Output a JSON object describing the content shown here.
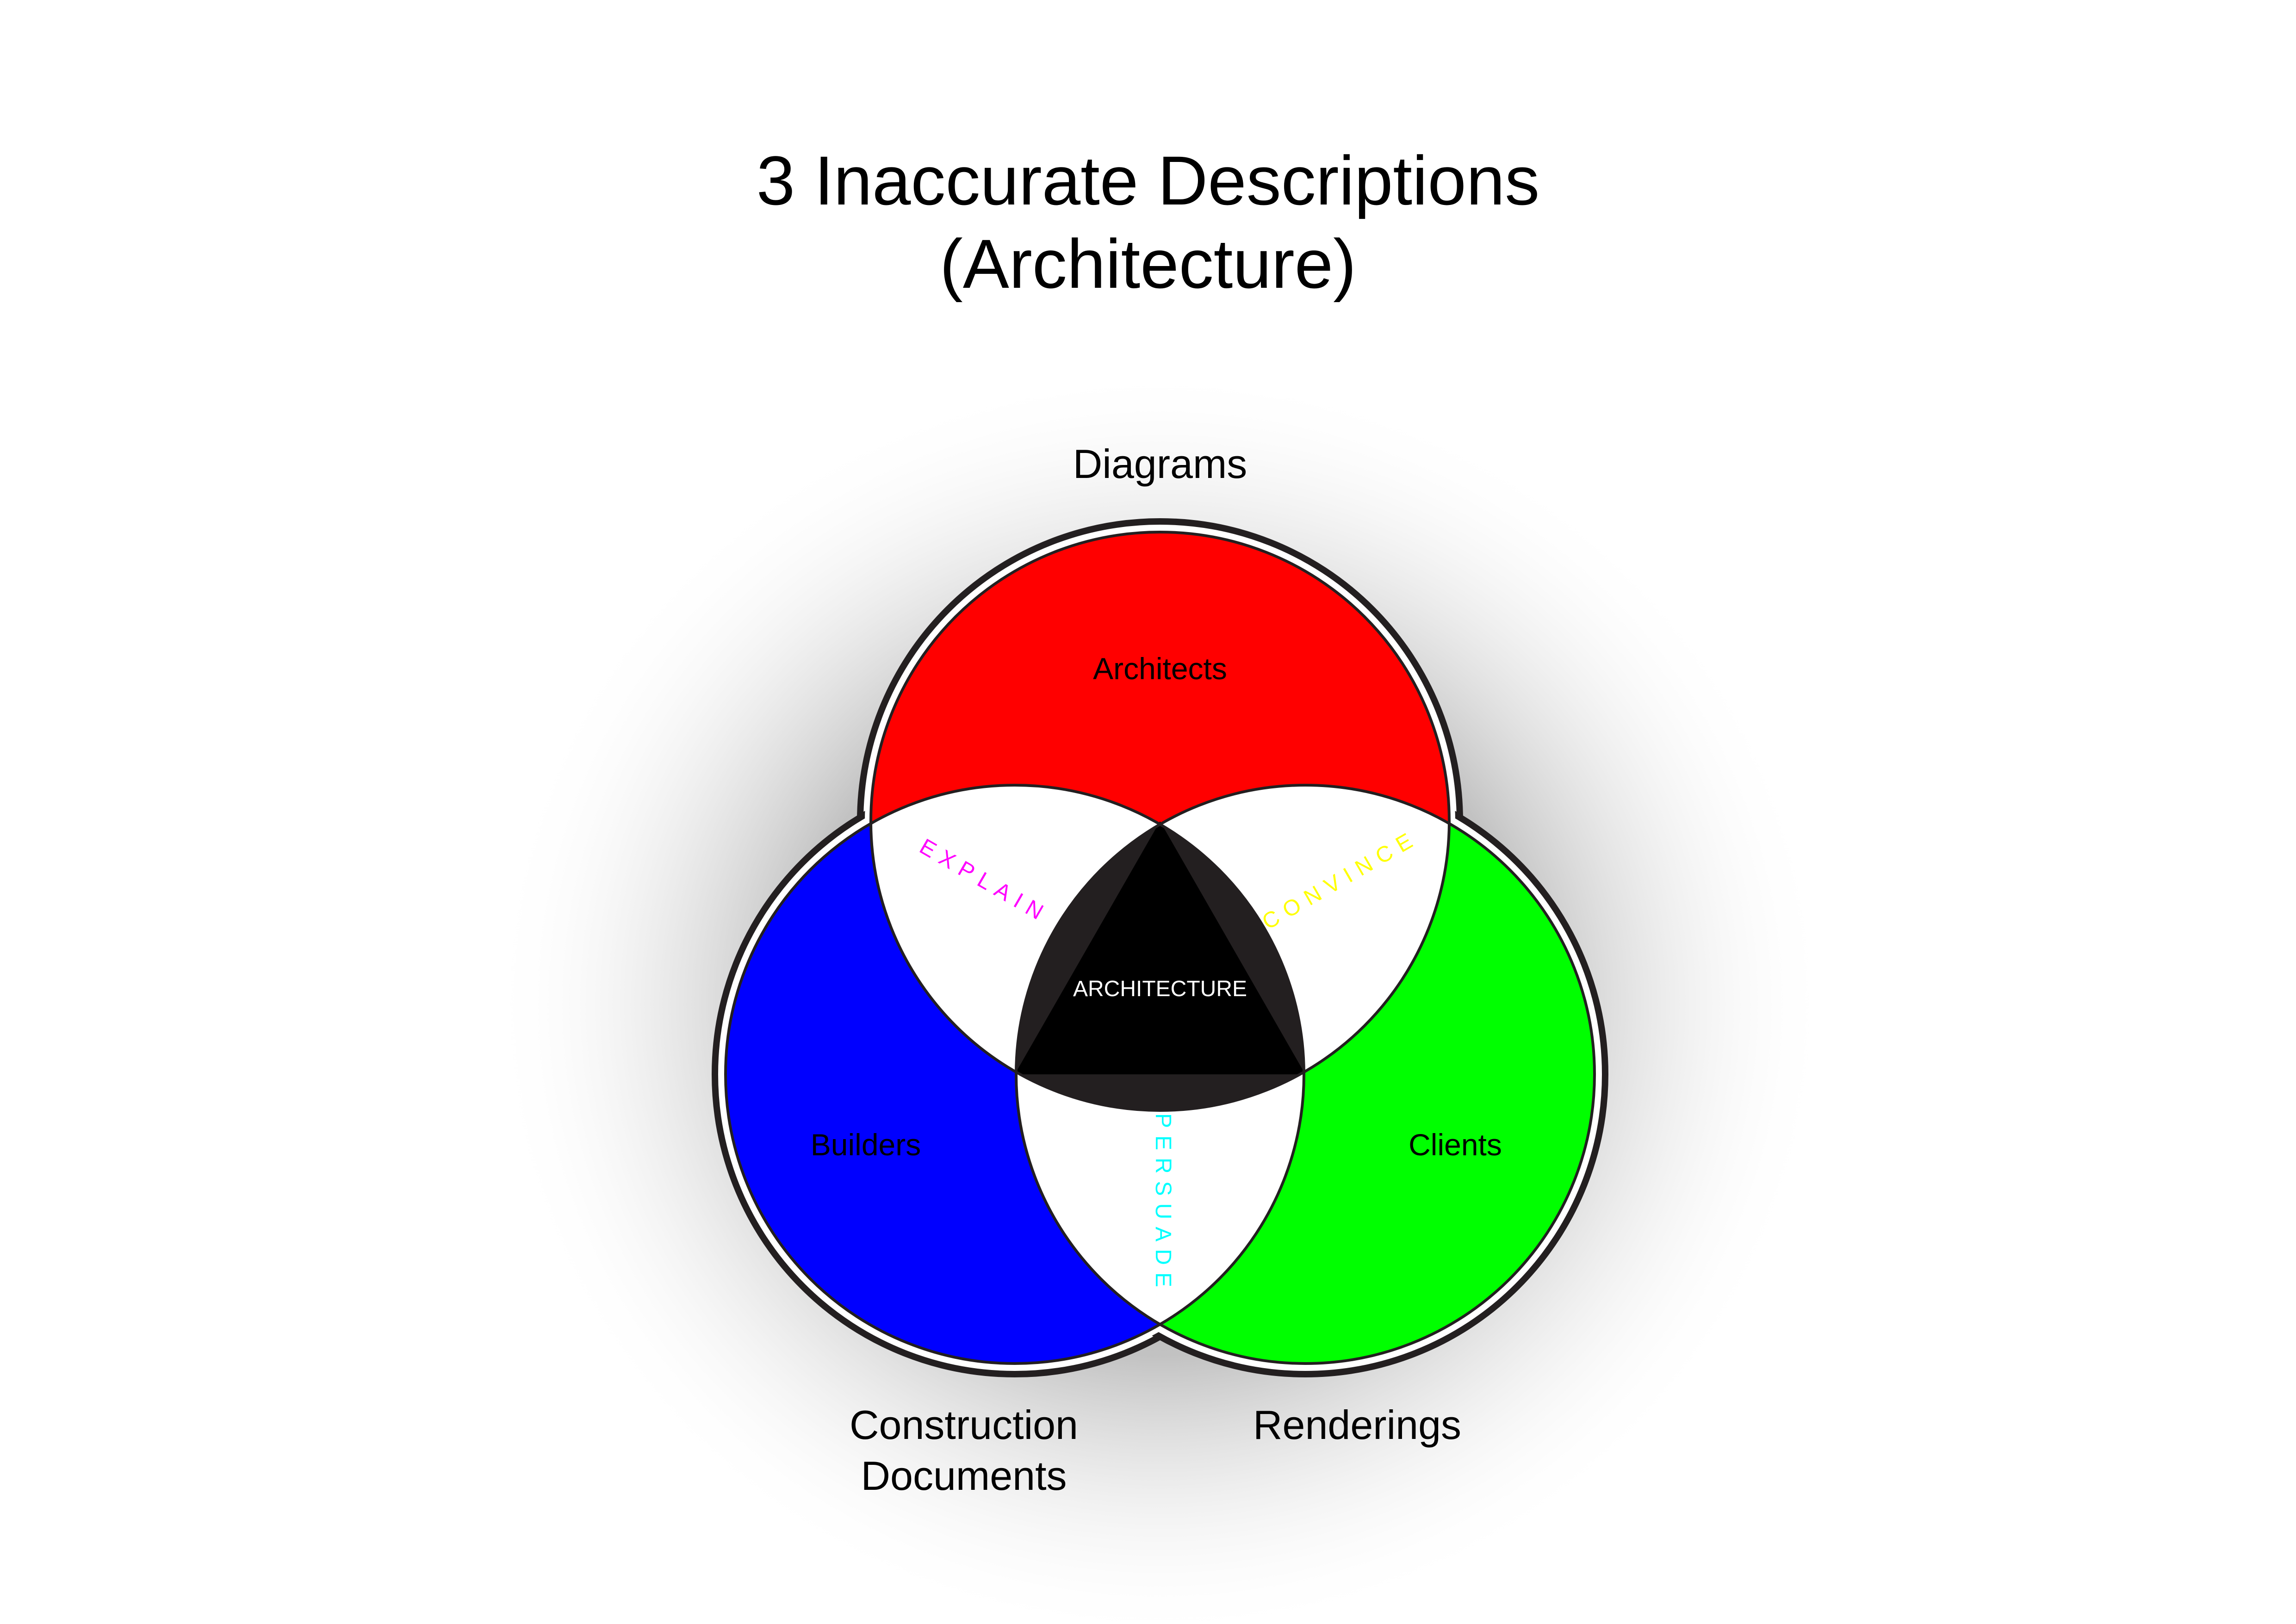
{
  "title": {
    "line1": "3 Inaccurate Descriptions",
    "line2": "(Architecture)"
  },
  "outer_labels": {
    "top": "Diagrams",
    "bottom_left_line1": "Construction",
    "bottom_left_line2": "Documents",
    "bottom_right": "Renderings"
  },
  "groups": {
    "top": "Architects",
    "left": "Builders",
    "right": "Clients"
  },
  "overlaps": {
    "top_left": "EXPLAIN",
    "top_right": "CONVINCE",
    "bottom": "PERSUADE"
  },
  "center": "ARCHITECTURE",
  "colors": {
    "top_circle": "#ff0000",
    "left_circle": "#0000ff",
    "right_circle": "#00ff00",
    "center": "#000000",
    "explain_text": "#ff00ff",
    "convince_text": "#ffff00",
    "persuade_text": "#00ffff",
    "outline": "#231f20"
  }
}
